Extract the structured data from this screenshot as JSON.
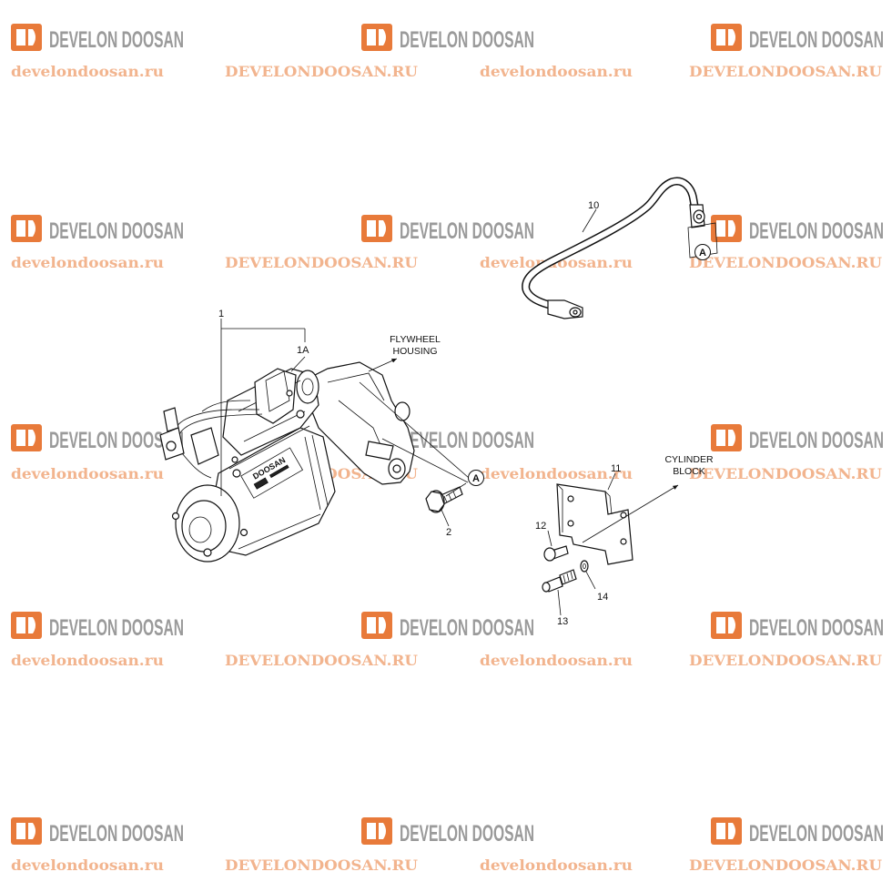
{
  "watermark": {
    "brand": "DEVELON DOOSAN",
    "url_lower": "develondoosan.ru",
    "url_upper": "DEVELONDOOSAN.RU",
    "logo_color": "#e87a3a",
    "text_color": "#9a9a9a",
    "url_color": "#f2b48e"
  },
  "diagram": {
    "callouts": {
      "c1": "1",
      "c1a": "1A",
      "c2": "2",
      "c10": "10",
      "c11": "11",
      "c12": "12",
      "c13": "13",
      "c14": "14"
    },
    "reference_marker": "A",
    "labels": {
      "flywheel_line1": "FLYWHEEL",
      "flywheel_line2": "HOUSING",
      "cylinder_line1": "CYLINDER",
      "cylinder_line2": "BLOCK"
    },
    "motor_badge": "DOOSAN"
  }
}
